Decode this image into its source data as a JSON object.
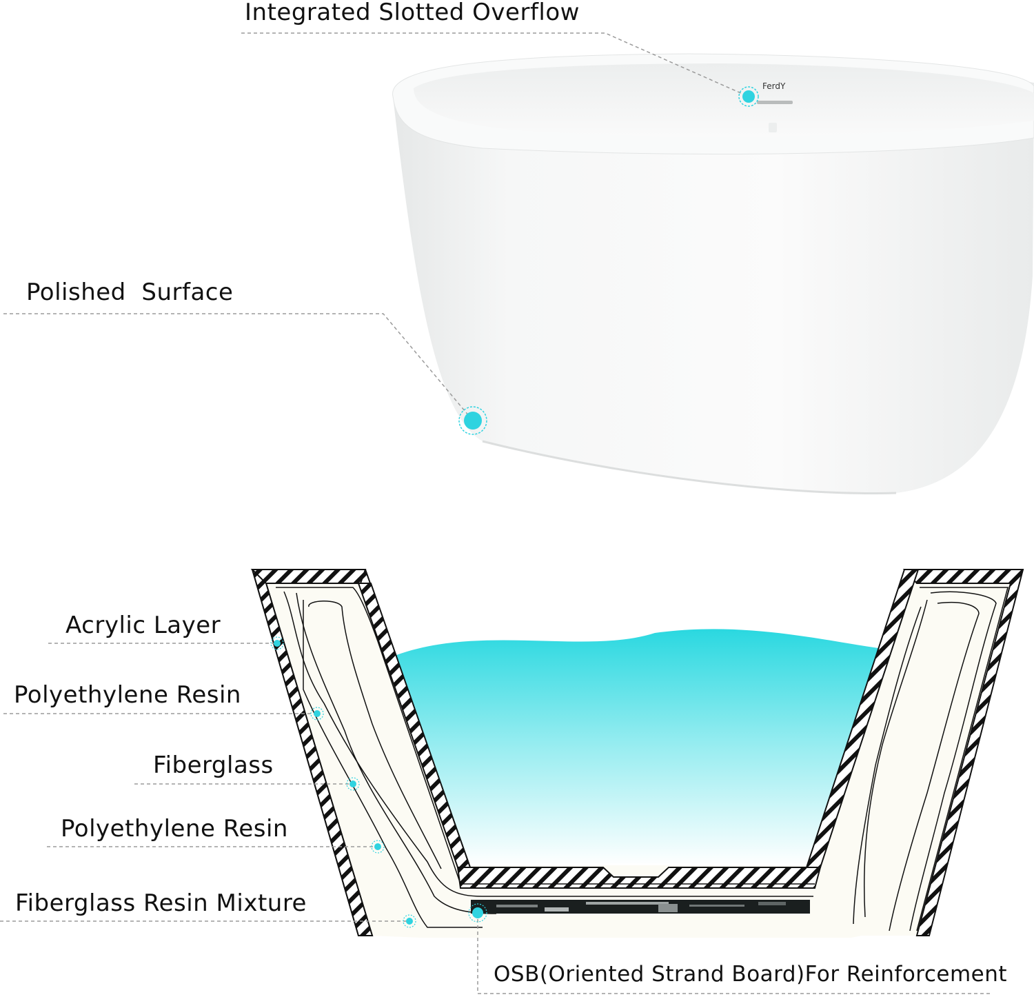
{
  "brand_mark": "FerdY",
  "colors": {
    "accent": "#2fd3e0",
    "water_top": "#2ad8e0",
    "water_bottom": "#ffffff",
    "tub_fill": "#f7f8f8",
    "core_fill": "#fcfbf4",
    "leader_line": "#9a9a9a",
    "hatch_stroke": "#111111"
  },
  "tub": {
    "callouts": [
      {
        "id": "overflow",
        "label": "Integrated Slotted Overflow"
      },
      {
        "id": "surface",
        "label": "Polished  Surface"
      }
    ]
  },
  "cross_section": {
    "layers": [
      {
        "id": "acrylic",
        "label": "Acrylic Layer"
      },
      {
        "id": "resin1",
        "label": "Polyethylene Resin"
      },
      {
        "id": "fiberglass",
        "label": "Fiberglass"
      },
      {
        "id": "resin2",
        "label": "Polyethylene Resin"
      },
      {
        "id": "mixture",
        "label": "Fiberglass Resin Mixture"
      }
    ],
    "reinforcement_label": "OSB(Oriented Strand Board)For Reinforcement"
  }
}
